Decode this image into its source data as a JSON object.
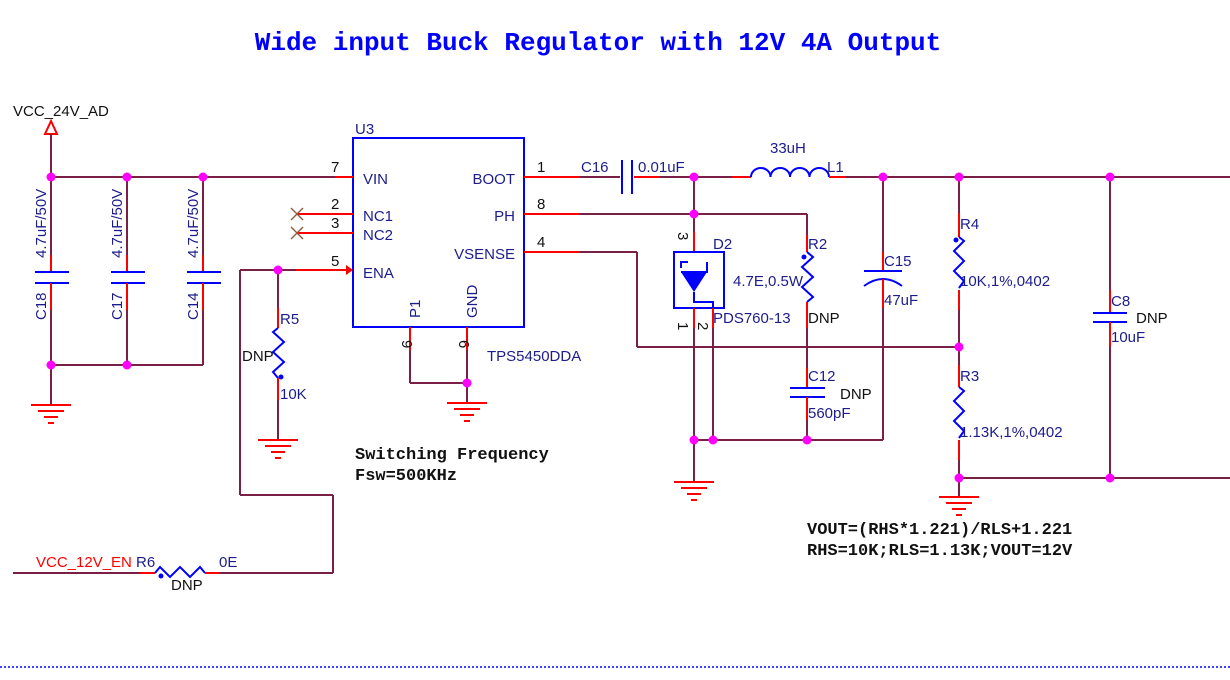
{
  "title": "Wide input Buck Regulator with 12V 4A Output",
  "nets": {
    "vin": "VCC_24V_AD",
    "enable": "VCC_12V_EN"
  },
  "input_caps": [
    {
      "ref": "C18",
      "value": "4.7uF/50V"
    },
    {
      "ref": "C17",
      "value": "4.7uF/50V"
    },
    {
      "ref": "C14",
      "value": "4.7uF/50V"
    }
  ],
  "ic": {
    "ref": "U3",
    "part": "TPS5450DDA",
    "pins": {
      "vin": {
        "name": "VIN",
        "num": "7"
      },
      "nc1": {
        "name": "NC1",
        "num": "2"
      },
      "nc2": {
        "name": "NC2",
        "num": "3"
      },
      "ena": {
        "name": "ENA",
        "num": "5"
      },
      "boot": {
        "name": "BOOT",
        "num": "1"
      },
      "ph": {
        "name": "PH",
        "num": "8"
      },
      "vsense": {
        "name": "VSENSE",
        "num": "4"
      },
      "p1": {
        "name": "P1",
        "num": "9"
      },
      "gnd": {
        "name": "GND",
        "num": "6"
      }
    }
  },
  "r5": {
    "ref": "R5",
    "dnp": "DNP",
    "value": "10K"
  },
  "r6": {
    "ref": "R6",
    "dnp": "DNP",
    "value": "0E"
  },
  "c16": {
    "ref": "C16",
    "value": "0.01uF"
  },
  "l1": {
    "ref": "L1",
    "value": "33uH"
  },
  "d2": {
    "ref": "D2",
    "part": "PDS760-13",
    "pin1": "1",
    "pin2": "2",
    "pin3": "3"
  },
  "r2": {
    "ref": "R2",
    "value": "4.7E,0.5W",
    "dnp": "DNP"
  },
  "c12": {
    "ref": "C12",
    "dnp": "DNP",
    "value": "560pF"
  },
  "c15": {
    "ref": "C15",
    "value": "47uF"
  },
  "r4": {
    "ref": "R4",
    "value": "10K,1%,0402"
  },
  "r3": {
    "ref": "R3",
    "value": "1.13K,1%,0402"
  },
  "c8": {
    "ref": "C8",
    "dnp": "DNP",
    "value": "10uF"
  },
  "notes": {
    "freq_line1": "Switching Frequency",
    "freq_line2": "Fsw=500KHz",
    "vout_line1": "VOUT=(RHS*1.221)/RLS+1.221",
    "vout_line2": "RHS=10K;RLS=1.13K;VOUT=12V"
  },
  "colors": {
    "wire": "#7a1f45",
    "pin": "#ff0000",
    "component": "#0000ff",
    "junction": "#ff00ff",
    "title": "#0000ff"
  }
}
